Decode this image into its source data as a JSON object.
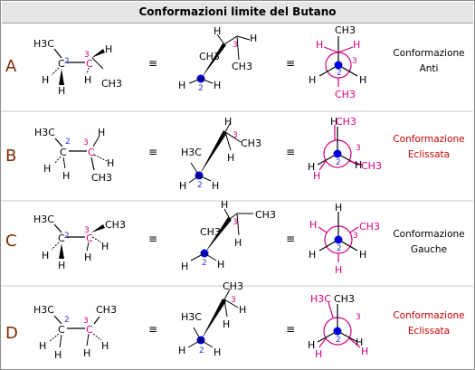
{
  "title": "Conformazioni limite del Butano",
  "equiv_symbol": "≡",
  "atoms": {
    "h3c": "H3C",
    "ch3": "CH3",
    "h": "H",
    "c": "C",
    "hch3": "HCH3",
    "h3cch3": "H3CCH3"
  },
  "carbon_numbers": {
    "c2": "2",
    "c3": "3"
  },
  "rows": [
    {
      "letter": "A",
      "desc_line1": "Conformazione",
      "desc_line2": "Anti",
      "desc_color": "#000000"
    },
    {
      "letter": "B",
      "desc_line1": "Conformazione",
      "desc_line2": "Eclissata",
      "desc_color": "#cc0000"
    },
    {
      "letter": "C",
      "desc_line1": "Conformazione",
      "desc_line2": "Gauche",
      "desc_color": "#000000"
    },
    {
      "letter": "D",
      "desc_line1": "Conformazione",
      "desc_line2": "Eclissata",
      "desc_color": "#cc0000"
    }
  ]
}
